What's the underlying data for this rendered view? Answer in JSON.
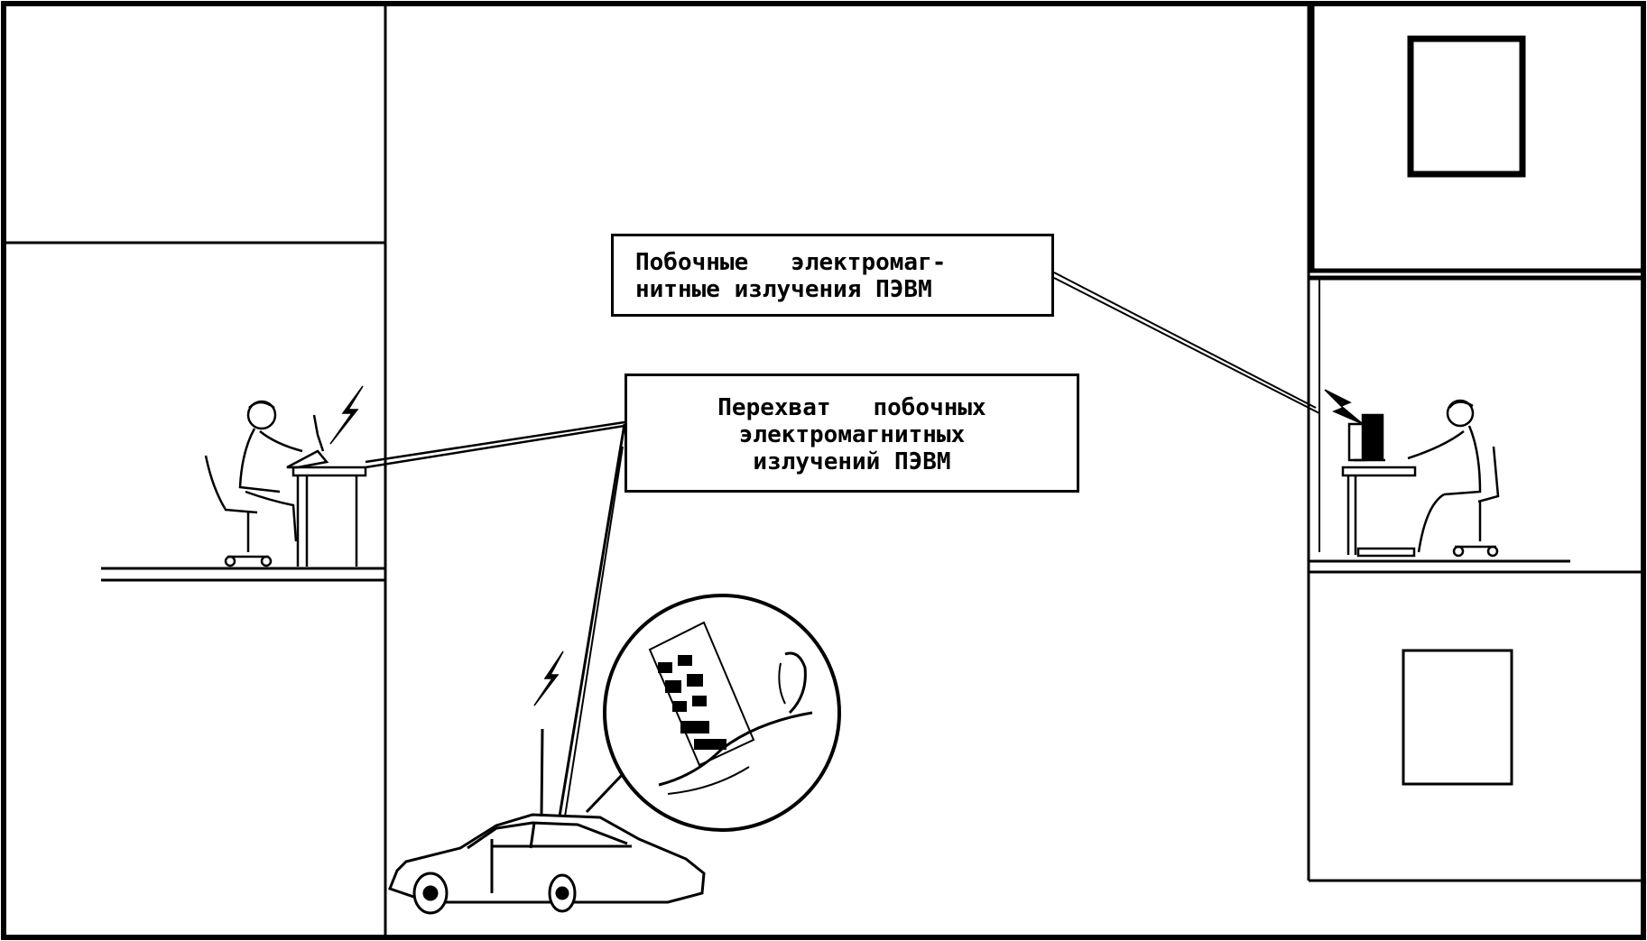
{
  "labels": {
    "emissions": {
      "lines": [
        "Побочные   электромаг-",
        "нитные излучения ПЭВМ"
      ]
    },
    "intercept": {
      "lines": [
        "Перехват   побочных",
        "электромагнитных",
        "излучений ПЭВМ"
      ]
    }
  },
  "colors": {
    "ink": "#000000",
    "paper": "#ffffff"
  },
  "icons": [
    "operator-at-pc",
    "computer-monitor",
    "lightning-bolt",
    "car-with-antenna",
    "magnified-receiver-operator",
    "window"
  ]
}
